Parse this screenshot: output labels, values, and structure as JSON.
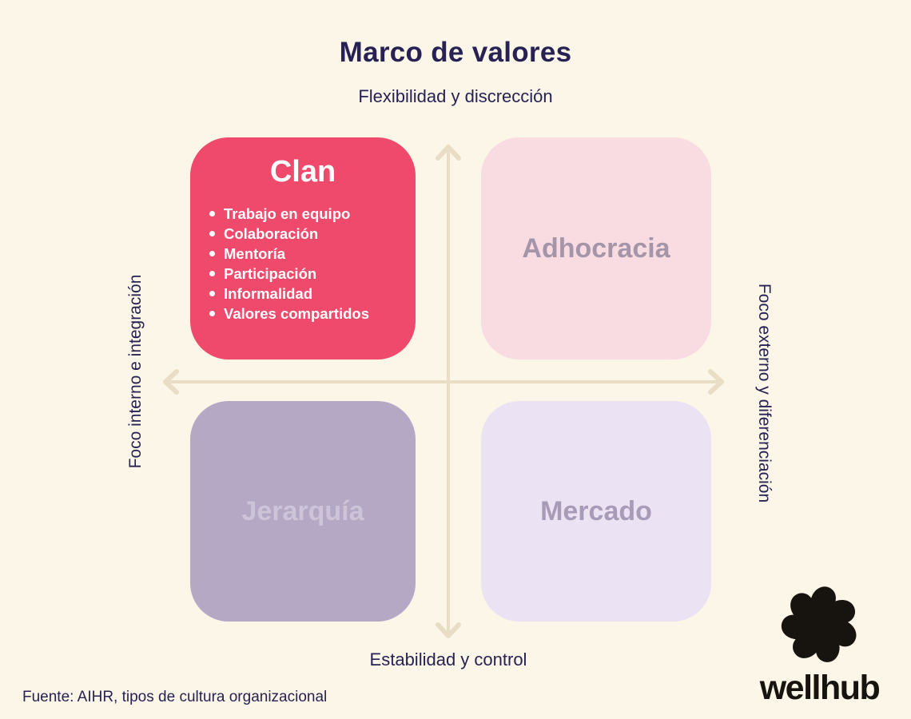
{
  "title": "Marco de valores",
  "axes": {
    "top": "Flexibilidad y discrección",
    "bottom": "Estabilidad y control",
    "left": "Foco interno e integración",
    "right": "Foco externo y diferenciación"
  },
  "quadrants": [
    {
      "id": "clan",
      "label": "Clan",
      "bg": "#ef4a6b",
      "text_color": "#ffffff",
      "items": [
        "Trabajo en equipo",
        "Colaboración",
        "Mentoría",
        "Participación",
        "Informalidad",
        "Valores compartidos"
      ]
    },
    {
      "id": "adhocracia",
      "label": "Adhocracia",
      "bg": "#f9dbe2",
      "text_color": "#a495a8"
    },
    {
      "id": "jerarquia",
      "label": "Jerarquía",
      "bg": "#b4a8c5",
      "text_color": "#cdc4da"
    },
    {
      "id": "mercado",
      "label": "Mercado",
      "bg": "#ebe2f3",
      "text_color": "#a89bb7"
    }
  ],
  "footer": {
    "source": "Fuente: AIHR, tipos de cultura organizacional"
  },
  "logo": {
    "icon": "wellhub-flower-icon",
    "wordmark": "wellhub",
    "color": "#17130e"
  },
  "colors": {
    "background": "#fbf6e7",
    "heading_text": "#272253",
    "axis_arrows": "#e9ddc6"
  }
}
